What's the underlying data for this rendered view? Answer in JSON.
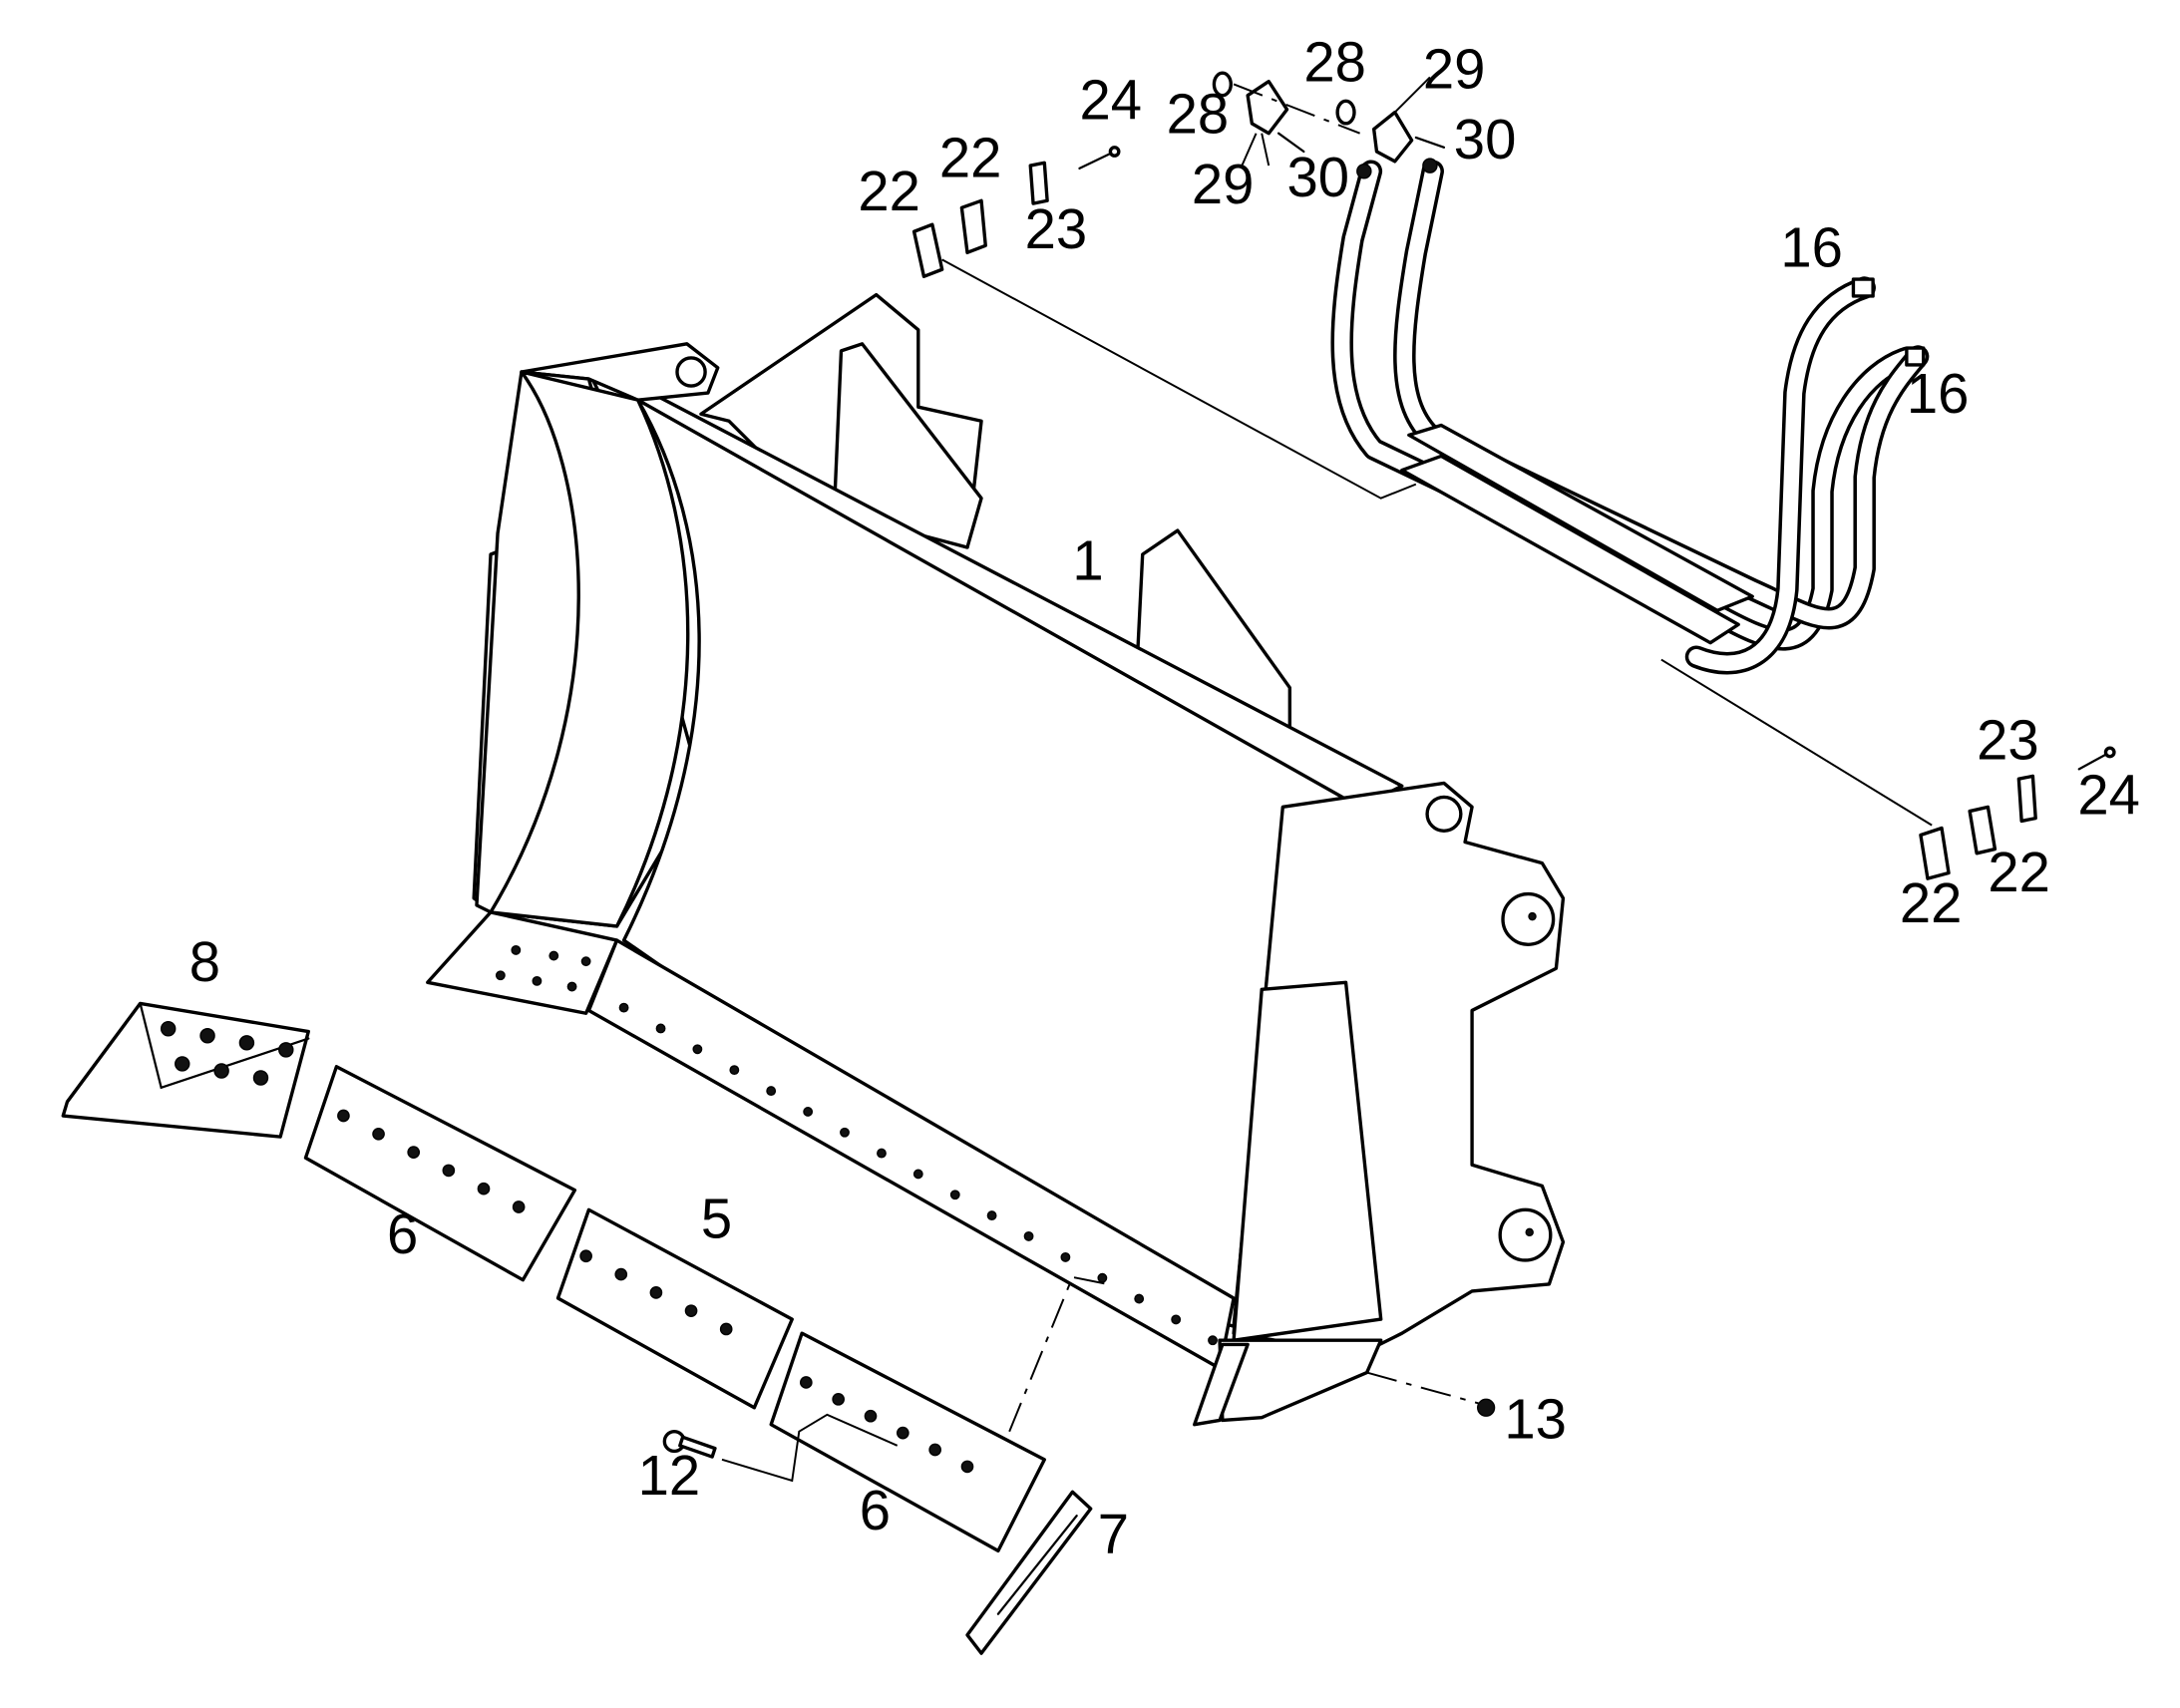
{
  "callouts": {
    "c1": "1",
    "c5": "5",
    "c6a": "6",
    "c6b": "6",
    "c7": "7",
    "c8": "8",
    "c12": "12",
    "c13": "13",
    "c16a": "16",
    "c16b": "16",
    "c22a": "22",
    "c22b": "22",
    "c22c": "22",
    "c22d": "22",
    "c23a": "23",
    "c23b": "23",
    "c24a": "24",
    "c24b": "24",
    "c28a": "28",
    "c28b": "28",
    "c29a": "29",
    "c29b": "29",
    "c30a": "30",
    "c30b": "30"
  },
  "colors": {
    "line": "#000000",
    "background": "#ffffff"
  }
}
